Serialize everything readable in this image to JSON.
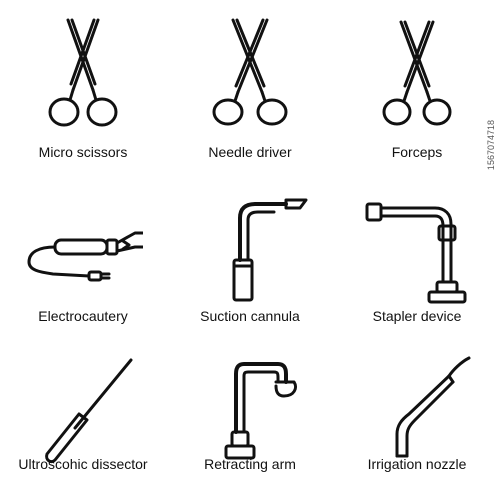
{
  "items": [
    {
      "label": "Micro scissors",
      "icon": "micro-scissors-icon"
    },
    {
      "label": "Needle driver",
      "icon": "needle-driver-icon"
    },
    {
      "label": "Forceps",
      "icon": "forceps-icon"
    },
    {
      "label": "Electrocautery",
      "icon": "electrocautery-icon"
    },
    {
      "label": "Suction cannula",
      "icon": "suction-cannula-icon"
    },
    {
      "label": "Stapler device",
      "icon": "stapler-device-icon"
    },
    {
      "label": "Ultroscohic dissector",
      "icon": "ultrasonic-dissector-icon"
    },
    {
      "label": "Retracting arm",
      "icon": "retracting-arm-icon"
    },
    {
      "label": "Irrigation nozzle",
      "icon": "irrigation-nozzle-icon"
    }
  ],
  "stock_id": "1567074718",
  "colors": {
    "line": "#111111",
    "background": "#ffffff"
  }
}
